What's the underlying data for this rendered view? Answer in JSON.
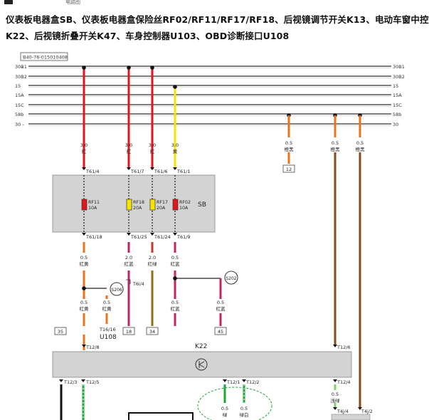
{
  "header": {
    "tab_label": "电路图",
    "title_line1": "仪表板电器盒SB、仪表板电器盒保险丝RF02/RF11/RF17/RF18、后视镜调节开关K13、电动车窗中控开关",
    "title_line2": "K22、后视镜折叠开关K47、车身控制器U103、OBD诊断接口U108"
  },
  "diagram": {
    "code": "B40-76-015010408",
    "rails": [
      "30B1",
      "30B2",
      "15",
      "15A",
      "15C",
      "58b",
      "30"
    ],
    "top_wires": [
      {
        "gauge": "3.0",
        "color_text": "红",
        "hex": "#e0161e"
      },
      {
        "gauge": "3.0",
        "color_text": "红",
        "hex": "#e0161e"
      },
      {
        "gauge": "3.0",
        "color_text": "红",
        "hex": "#e0161e"
      },
      {
        "gauge": "3.0",
        "color_text": "黄",
        "hex": "#f5e400"
      }
    ],
    "top_pins": [
      "T61/4",
      "T61/7",
      "T61/6",
      "T61/1"
    ],
    "sb_label": "SB",
    "fuses": [
      {
        "name": "RF11",
        "rating": "10A",
        "hex": "#e0161e"
      },
      {
        "name": "RF18",
        "rating": "20A",
        "hex": "#f5e400"
      },
      {
        "name": "RF17",
        "rating": "20A",
        "hex": "#f5e400"
      },
      {
        "name": "RF02",
        "rating": "10A",
        "hex": "#e0161e"
      }
    ],
    "bottom_pins": [
      "T61/18",
      "T61/25",
      "T61/24",
      "T61/9"
    ],
    "lower_wires": [
      {
        "gauge": "0.5",
        "color_text": "红黄"
      },
      {
        "gauge": "2.0",
        "color_text": "红蓝"
      },
      {
        "gauge": "2.0",
        "color_text": "红绿"
      },
      {
        "gauge": "0.5",
        "color_text": "红蓝"
      }
    ],
    "right_wires": [
      {
        "gauge": "0.5",
        "color_text": "橙黑",
        "ref": "12"
      },
      {
        "gauge": "0.5",
        "color_text": "橙黑"
      },
      {
        "gauge": "0.5",
        "color_text": "橙黑"
      }
    ],
    "splices": [
      "S206",
      "S202"
    ],
    "t6i": "T6i/4",
    "splice_wires": [
      {
        "gauge": "0.5",
        "color_text": "红黄"
      },
      {
        "gauge": "0.5",
        "color_text": "红黄"
      },
      {
        "gauge": "0.5",
        "color_text": "红蓝"
      },
      {
        "gauge": "0.5",
        "color_text": "红蓝"
      }
    ],
    "u108_pin": "T16/16",
    "u108": "U108",
    "refs": [
      "35",
      "18",
      "34",
      "45"
    ],
    "k22": {
      "label": "K22",
      "pins_top": [
        "T12/8",
        "T12/6"
      ],
      "pins_bottom": [
        "T12/3",
        "T12/5",
        "T12/1",
        "T12/2",
        "T12/4"
      ]
    },
    "bottom_wires": [
      {
        "gauge": "0.5",
        "color_text": "绿"
      },
      {
        "gauge": "0.5",
        "color_text": "绿白"
      },
      {
        "gauge": "0.5",
        "color_text": "浅绿"
      }
    ],
    "t4": [
      "T4j/4",
      "T4j/2"
    ],
    "colors": {
      "red": "#e0161e",
      "yellow": "#f5e400",
      "orange": "#e8731e",
      "blue": "#3c4fd0",
      "green": "#1fa53a",
      "black": "#111111",
      "brown": "#8a4b17",
      "box_gray": "#d3d3d3"
    }
  }
}
